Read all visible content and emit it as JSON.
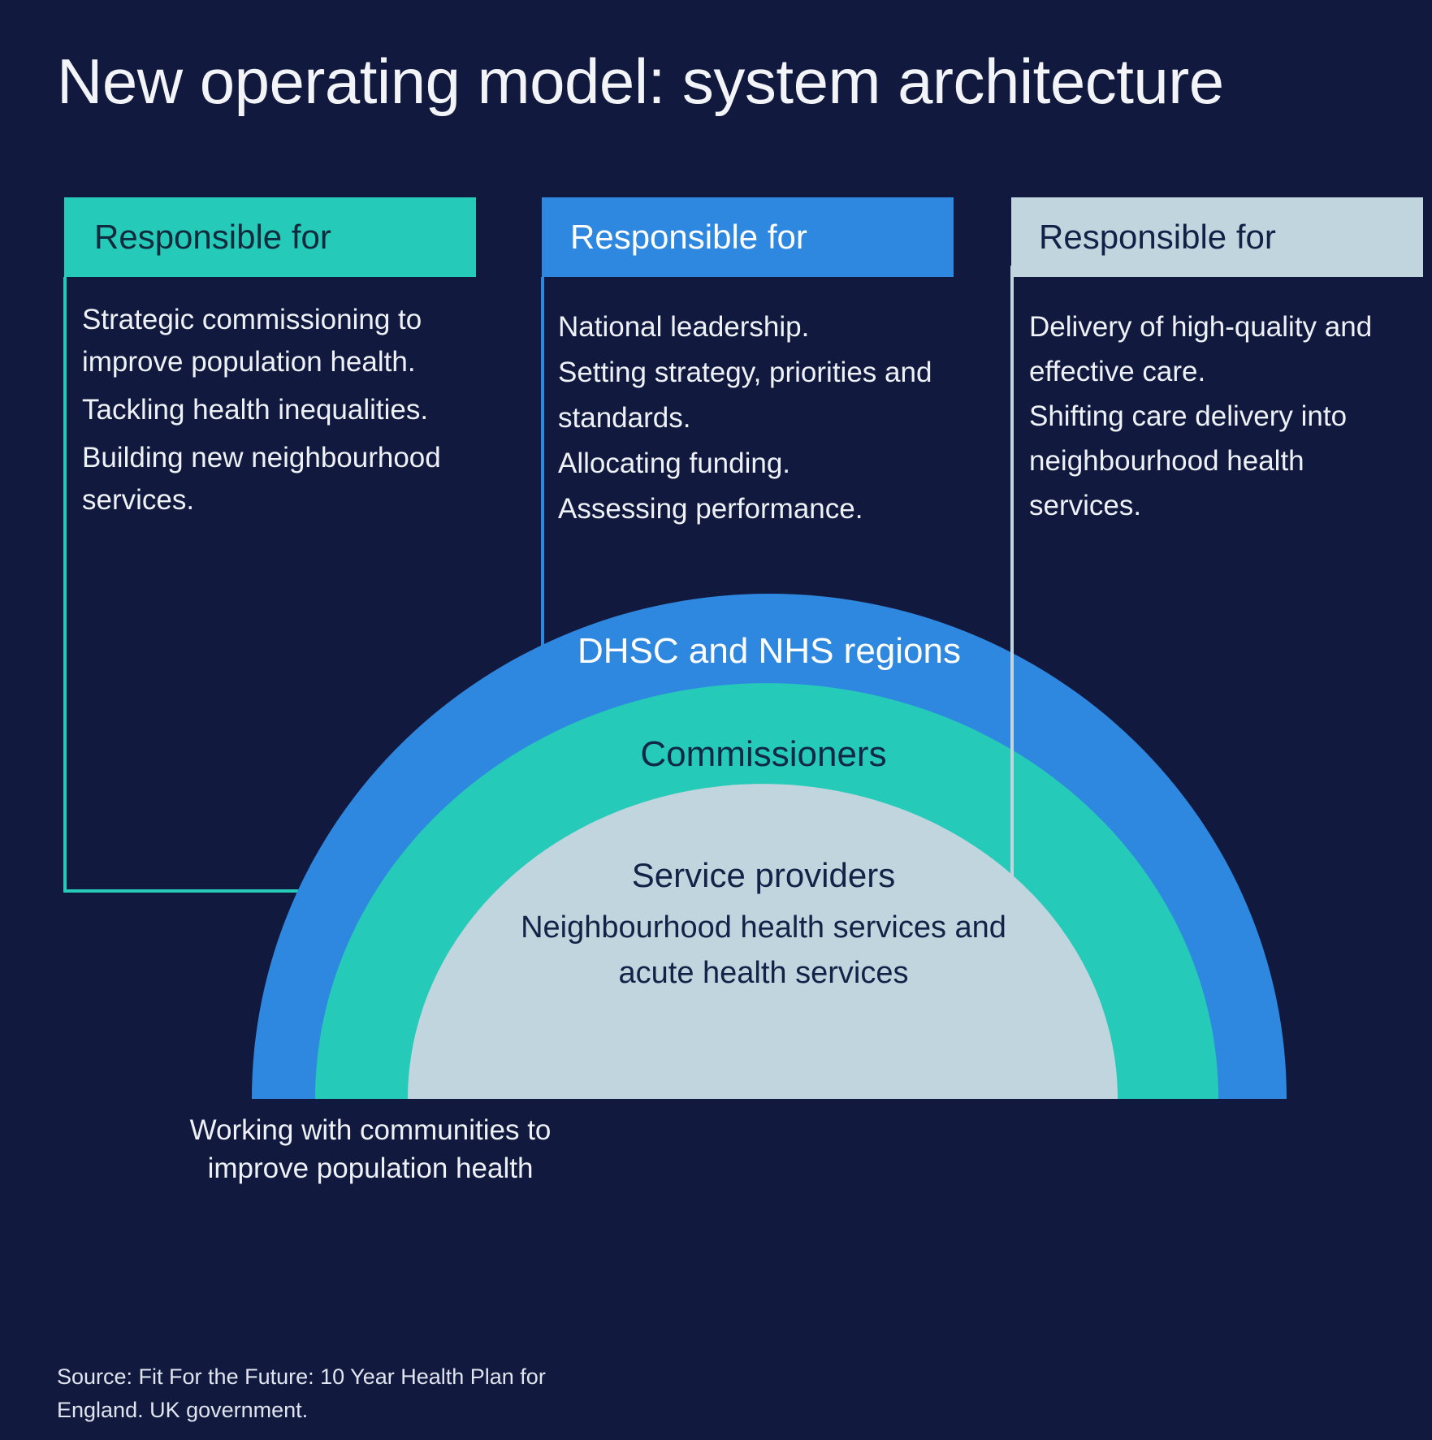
{
  "title": "New operating model: system architecture",
  "colors": {
    "background": "#111a3e",
    "dhsc_blue": "#2e88df",
    "commissioners_teal": "#26cab8",
    "providers_grey": "#c1d5de"
  },
  "columns": [
    {
      "heading": "Responsible for",
      "items": [
        "Strategic commissioning to improve population health.",
        "Tackling  health inequalities.",
        "Building new neighbourhood services."
      ]
    },
    {
      "heading": "Responsible for",
      "items": [
        "National leadership.",
        "Setting strategy, priorities and standards.",
        "Allocating funding.",
        "Assessing performance."
      ]
    },
    {
      "heading": "Responsible for",
      "items": [
        "Delivery of high-quality and effective care.",
        "Shifting care delivery into neighbourhood health services."
      ]
    }
  ],
  "layers": {
    "outer": "DHSC and NHS regions",
    "middle": "Commissioners",
    "inner_title": "Service providers",
    "inner_subtitle": "Neighbourhood health services and acute health services"
  },
  "community_note": "Working with communities to improve population health",
  "source": "Source: Fit For the Future: 10 Year Health Plan for England. UK government."
}
